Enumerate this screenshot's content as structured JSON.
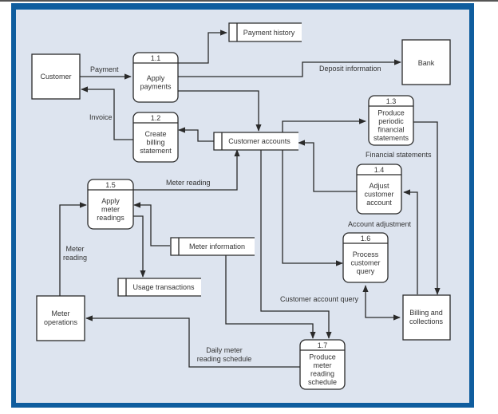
{
  "diagram": {
    "type": "data-flow-diagram",
    "colors": {
      "frame": "#0f5d9e",
      "background": "#dde4ef",
      "stroke": "#2a2a2a",
      "text": "#333333"
    },
    "external_entities": [
      {
        "id": "customer",
        "label": "Customer"
      },
      {
        "id": "bank",
        "label": "Bank"
      },
      {
        "id": "meter_ops",
        "label": "Meter operations",
        "lines": [
          "Meter",
          "operations"
        ]
      },
      {
        "id": "billing",
        "label": "Billing and collections",
        "lines": [
          "Billing and",
          "collections"
        ]
      }
    ],
    "processes": [
      {
        "id": "p11",
        "number": "1.1",
        "lines": [
          "Apply",
          "payments"
        ]
      },
      {
        "id": "p12",
        "number": "1.2",
        "lines": [
          "Create",
          "billing",
          "statement"
        ]
      },
      {
        "id": "p13",
        "number": "1.3",
        "lines": [
          "Produce",
          "periodic",
          "financial",
          "statements"
        ]
      },
      {
        "id": "p14",
        "number": "1.4",
        "lines": [
          "Adjust",
          "customer",
          "account"
        ]
      },
      {
        "id": "p15",
        "number": "1.5",
        "lines": [
          "Apply",
          "meter",
          "readings"
        ]
      },
      {
        "id": "p16",
        "number": "1.6",
        "lines": [
          "Process",
          "customer",
          "query"
        ]
      },
      {
        "id": "p17",
        "number": "1.7",
        "lines": [
          "Produce",
          "meter",
          "reading",
          "schedule"
        ]
      }
    ],
    "data_stores": [
      {
        "id": "ds_payhist",
        "label": "Payment history"
      },
      {
        "id": "ds_custacc",
        "label": "Customer accounts"
      },
      {
        "id": "ds_meterinfo",
        "label": "Meter information"
      },
      {
        "id": "ds_usage",
        "label": "Usage transactions"
      }
    ],
    "flow_labels": {
      "payment": "Payment",
      "invoice": "Invoice",
      "deposit": "Deposit information",
      "meter_reading_top": "Meter reading",
      "meter_reading_left": [
        "Meter",
        "reading"
      ],
      "financial_statements": "Financial statements",
      "account_adjustment": "Account adjustment",
      "customer_account_query": "Customer account query",
      "daily_schedule": [
        "Daily meter",
        "reading schedule"
      ]
    }
  }
}
